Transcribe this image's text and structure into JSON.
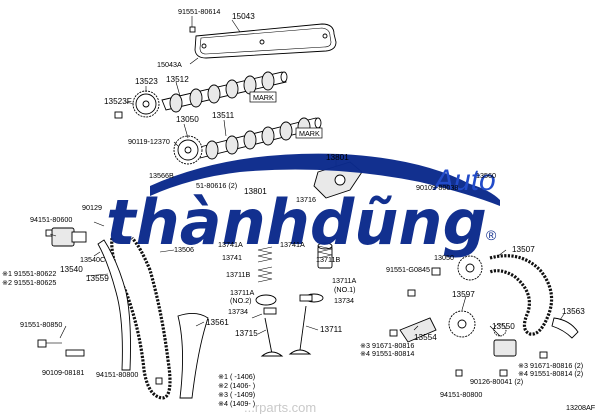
{
  "labels": {
    "p91551_80614": "91551-80614",
    "p15043": "15043",
    "p15043a": "15043A",
    "p13523": "13523",
    "p13512": "13512",
    "p13523f": "13523F",
    "mark1": "MARK",
    "p13511": "13511",
    "mark2": "MARK",
    "p13050": "13050",
    "p90119_12370": "90119-12370",
    "p13801_top": "13801",
    "p13566b": "13566B",
    "p51_80616": "51-80616 (2)",
    "p13801_mid": "13801",
    "p90109_80038": "90109-80038",
    "p13560": "13560",
    "p90129": "90129",
    "p13716": "13716",
    "p94151_80600": "94151-80600",
    "p13540c": "13540C",
    "p13741a_1": "13741A",
    "p13741a_2": "13741A",
    "p13506": "13506",
    "p13507": "13507",
    "p13540": "13540",
    "p13741": "13741",
    "p13711b_1": "13711B",
    "p13050_r": "13050",
    "p13559": "13559",
    "n91551_80622": "※1 91551-80622",
    "n91551_80625": "※2 91551-80625",
    "p13711b_2": "13711B",
    "p91551_g0845": "91551-G0845",
    "p13711a_1": "13711A",
    "no1": "(NO.1)",
    "p13711a_2": "13711A",
    "no2": "(NO.2)",
    "p13734_1": "13734",
    "p13597": "13597",
    "p13734_2": "13734",
    "p91551_80850": "91551-80850",
    "p13561": "13561",
    "p13715": "13715",
    "p13711": "13711",
    "p13550": "13550",
    "p13563": "13563",
    "p13554": "13554",
    "n91671_80816": "※3 91671-80816",
    "n91551_80814": "※4 91551-80814",
    "p90109_08181": "90109-08181",
    "p94151_80800_l": "94151-80800",
    "n3_91671_80816_2": "※3 91671-80816 (2)",
    "n4_91551_80814_2": "※4 91551-80814 (2)",
    "p90126_80041": "90126-80041 (2)",
    "p94151_80800_r": "94151-80800",
    "fig_code": "13208AF"
  },
  "notes": [
    "※1 (       -1406)",
    "※2 (1406-       )",
    "※3 (       -1409)",
    "※4 (1409-       )"
  ],
  "watermark": {
    "brand": "thànhdũng",
    "auto": "Auto",
    "registered": "®",
    "site": "...rparts.com"
  }
}
